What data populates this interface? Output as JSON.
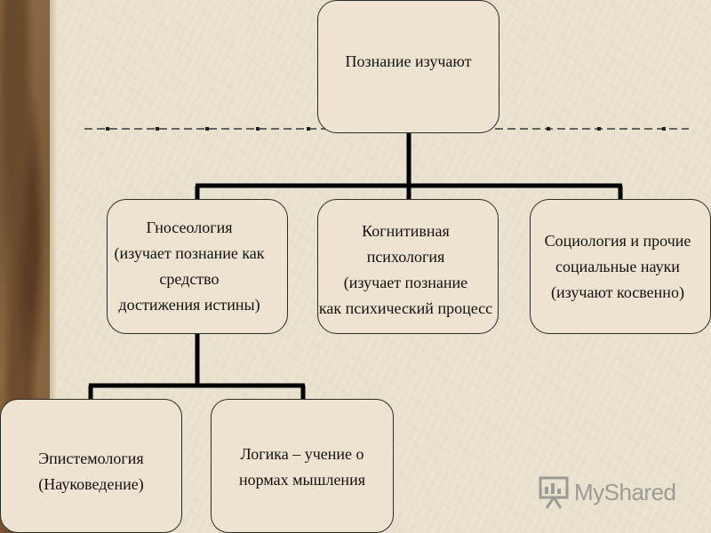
{
  "diagram": {
    "root": "Познание изучают",
    "branches": [
      "Гносеология\n(изучает познание как\nсредство\nдостижения истины)",
      "Когнитивная\nпсихология\n(изучает познание\nкак психический процесс",
      "Социология и прочие\nсоциальные науки\n(изучают косвенно)"
    ],
    "sub_branches": [
      "Эпистемология\n(Науковедение)",
      "Логика – учение о\nнормах мышления"
    ]
  },
  "watermark": {
    "brand": "MyShared",
    "icon": "presentation-board-icon"
  },
  "colors": {
    "box_fill": "#ede3d0",
    "line": "#000000",
    "side_strip": "#7a5838"
  }
}
